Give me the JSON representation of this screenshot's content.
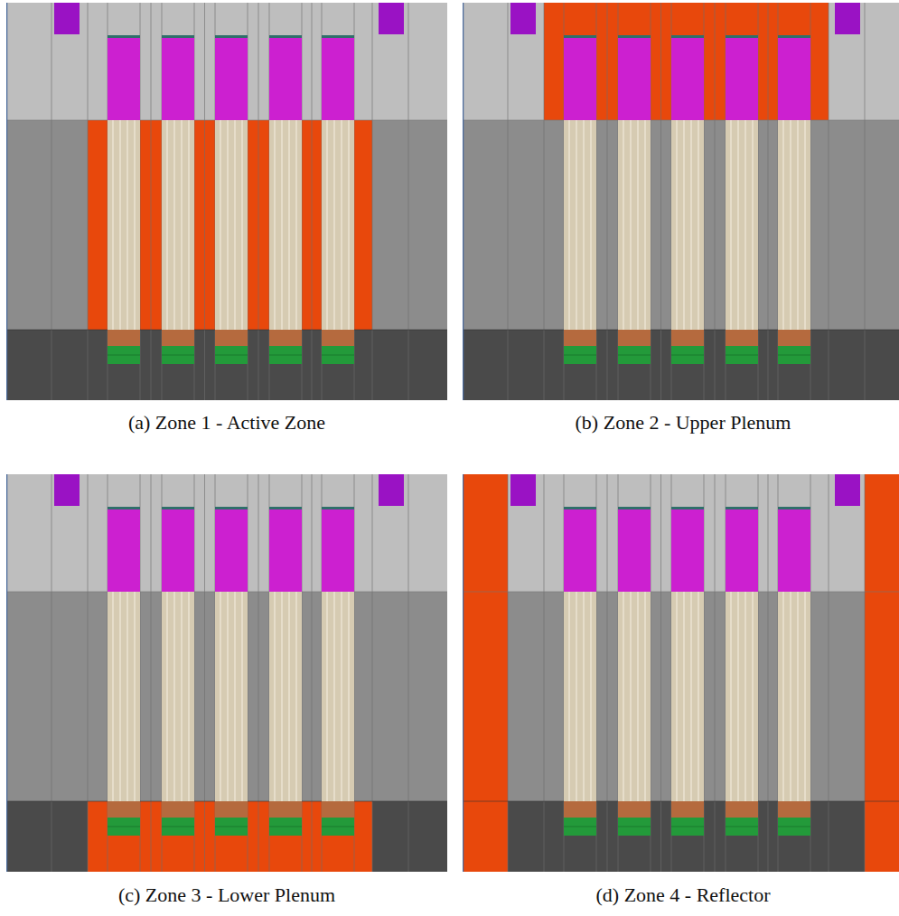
{
  "diagram": {
    "labels": [
      "(a) Zone 1 - Active Zone",
      "(b) Zone 2 - Upper Plenum",
      "(c) Zone 3 - Lower Plenum",
      "(d) Zone 4 - Reflector"
    ]
  }
}
